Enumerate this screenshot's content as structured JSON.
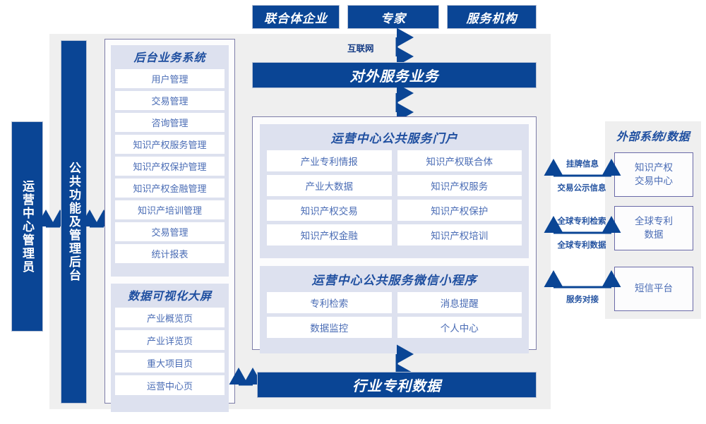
{
  "colors": {
    "brand_blue": "#0a4595",
    "panel_lavender": "#dde1ef",
    "stage_gray": "#efefef",
    "text_blue": "#4a6cb5",
    "title_blue": "#1f4fa0",
    "border_purple": "#7d7da8"
  },
  "top_actors": [
    {
      "label": "联合体企业"
    },
    {
      "label": "专家"
    },
    {
      "label": "服务机构"
    }
  ],
  "internet_label": "互联网",
  "external_service_bar": {
    "label": "对外服务业务"
  },
  "left_bars": {
    "admin": {
      "label": "运营中心管理员"
    },
    "common_backend": {
      "label": "公共功能及管理后台"
    }
  },
  "backend_system": {
    "title": "后台业务系统",
    "items": [
      {
        "label": "用户管理"
      },
      {
        "label": "交易管理"
      },
      {
        "label": "咨询管理"
      },
      {
        "label": "知识产权服务管理"
      },
      {
        "label": "知识产权保护管理"
      },
      {
        "label": "知识产权金融管理"
      },
      {
        "label": "知识产培训管理"
      },
      {
        "label": "交易管理"
      },
      {
        "label": "统计报表"
      }
    ]
  },
  "data_visualization": {
    "title": "数据可视化大屏",
    "items": [
      {
        "label": "产业概览页"
      },
      {
        "label": "产业详览页"
      },
      {
        "label": "重大项目页"
      },
      {
        "label": "运营中心页"
      }
    ]
  },
  "public_portal": {
    "title": "运营中心公共服务门户",
    "items": [
      {
        "label": "产业专利情报"
      },
      {
        "label": "知识产权联合体"
      },
      {
        "label": "产业大数据"
      },
      {
        "label": "知识产权服务"
      },
      {
        "label": "知识产权交易"
      },
      {
        "label": "知识产权保护"
      },
      {
        "label": "知识产权金融"
      },
      {
        "label": "知识产权培训"
      }
    ]
  },
  "mini_program": {
    "title": "运营中心公共服务微信小程序",
    "items": [
      {
        "label": "专利检索"
      },
      {
        "label": "消息提醒"
      },
      {
        "label": "数据监控"
      },
      {
        "label": "个人中心"
      }
    ]
  },
  "industry_data_bar": {
    "label": "行业专利数据"
  },
  "external_systems": {
    "title": "外部系统/数据",
    "boxes": [
      {
        "label": "知识产权\n交易中心",
        "line1": "知识产权",
        "line2": "交易中心"
      },
      {
        "label": "全球专利\n数据",
        "line1": "全球专利",
        "line2": "数据"
      },
      {
        "label": "短信平台",
        "line1": "短信平台",
        "line2": ""
      }
    ],
    "connectors": [
      {
        "above": "挂牌信息",
        "below": "交易公示信息"
      },
      {
        "above": "全球专利检索",
        "below": "全球专利数据"
      },
      {
        "above": "",
        "below": "服务对接"
      }
    ]
  }
}
